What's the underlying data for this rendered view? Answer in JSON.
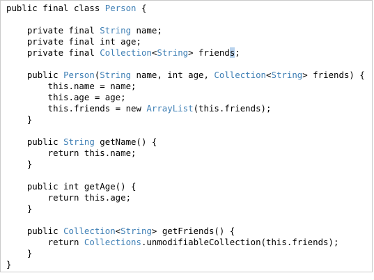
{
  "colors": {
    "type": "#3e7fb5",
    "text": "#000000",
    "selection": "#b9d3ee",
    "background": "#ffffff"
  },
  "code": {
    "lines": [
      [
        {
          "t": "public final class ",
          "c": "kw"
        },
        {
          "t": "Person",
          "c": "ty"
        },
        {
          "t": " {",
          "c": "kw"
        }
      ],
      [],
      [
        {
          "t": "    private final ",
          "c": "kw"
        },
        {
          "t": "String",
          "c": "ty"
        },
        {
          "t": " name;",
          "c": "kw"
        }
      ],
      [
        {
          "t": "    private final int age;",
          "c": "kw"
        }
      ],
      [
        {
          "t": "    private final ",
          "c": "kw"
        },
        {
          "t": "Collection",
          "c": "ty"
        },
        {
          "t": "<",
          "c": "kw"
        },
        {
          "t": "String",
          "c": "ty"
        },
        {
          "t": "> friend",
          "c": "kw"
        },
        {
          "t": "s",
          "c": "caret"
        },
        {
          "t": ";",
          "c": "kw"
        }
      ],
      [],
      [
        {
          "t": "    public ",
          "c": "kw"
        },
        {
          "t": "Person",
          "c": "ty"
        },
        {
          "t": "(",
          "c": "kw"
        },
        {
          "t": "String",
          "c": "ty"
        },
        {
          "t": " name, int age, ",
          "c": "kw"
        },
        {
          "t": "Collection",
          "c": "ty"
        },
        {
          "t": "<",
          "c": "kw"
        },
        {
          "t": "String",
          "c": "ty"
        },
        {
          "t": "> friends) {",
          "c": "kw"
        }
      ],
      [
        {
          "t": "        this.name = name;",
          "c": "kw"
        }
      ],
      [
        {
          "t": "        this.age = age;",
          "c": "kw"
        }
      ],
      [
        {
          "t": "        this.friends = new ",
          "c": "kw"
        },
        {
          "t": "ArrayList",
          "c": "ty"
        },
        {
          "t": "(this.friends);",
          "c": "kw"
        }
      ],
      [
        {
          "t": "    }",
          "c": "kw"
        }
      ],
      [],
      [
        {
          "t": "    public ",
          "c": "kw"
        },
        {
          "t": "String",
          "c": "ty"
        },
        {
          "t": " getName() {",
          "c": "kw"
        }
      ],
      [
        {
          "t": "        return this.name;",
          "c": "kw"
        }
      ],
      [
        {
          "t": "    }",
          "c": "kw"
        }
      ],
      [],
      [
        {
          "t": "    public int getAge() {",
          "c": "kw"
        }
      ],
      [
        {
          "t": "        return this.age;",
          "c": "kw"
        }
      ],
      [
        {
          "t": "    }",
          "c": "kw"
        }
      ],
      [],
      [
        {
          "t": "    public ",
          "c": "kw"
        },
        {
          "t": "Collection",
          "c": "ty"
        },
        {
          "t": "<",
          "c": "kw"
        },
        {
          "t": "String",
          "c": "ty"
        },
        {
          "t": "> getFriends() {",
          "c": "kw"
        }
      ],
      [
        {
          "t": "        return ",
          "c": "kw"
        },
        {
          "t": "Collections",
          "c": "ty"
        },
        {
          "t": ".unmodifiableCollection(this.friends);",
          "c": "kw"
        }
      ],
      [
        {
          "t": "    }",
          "c": "kw"
        }
      ],
      [
        {
          "t": "}",
          "c": "kw"
        }
      ]
    ]
  }
}
